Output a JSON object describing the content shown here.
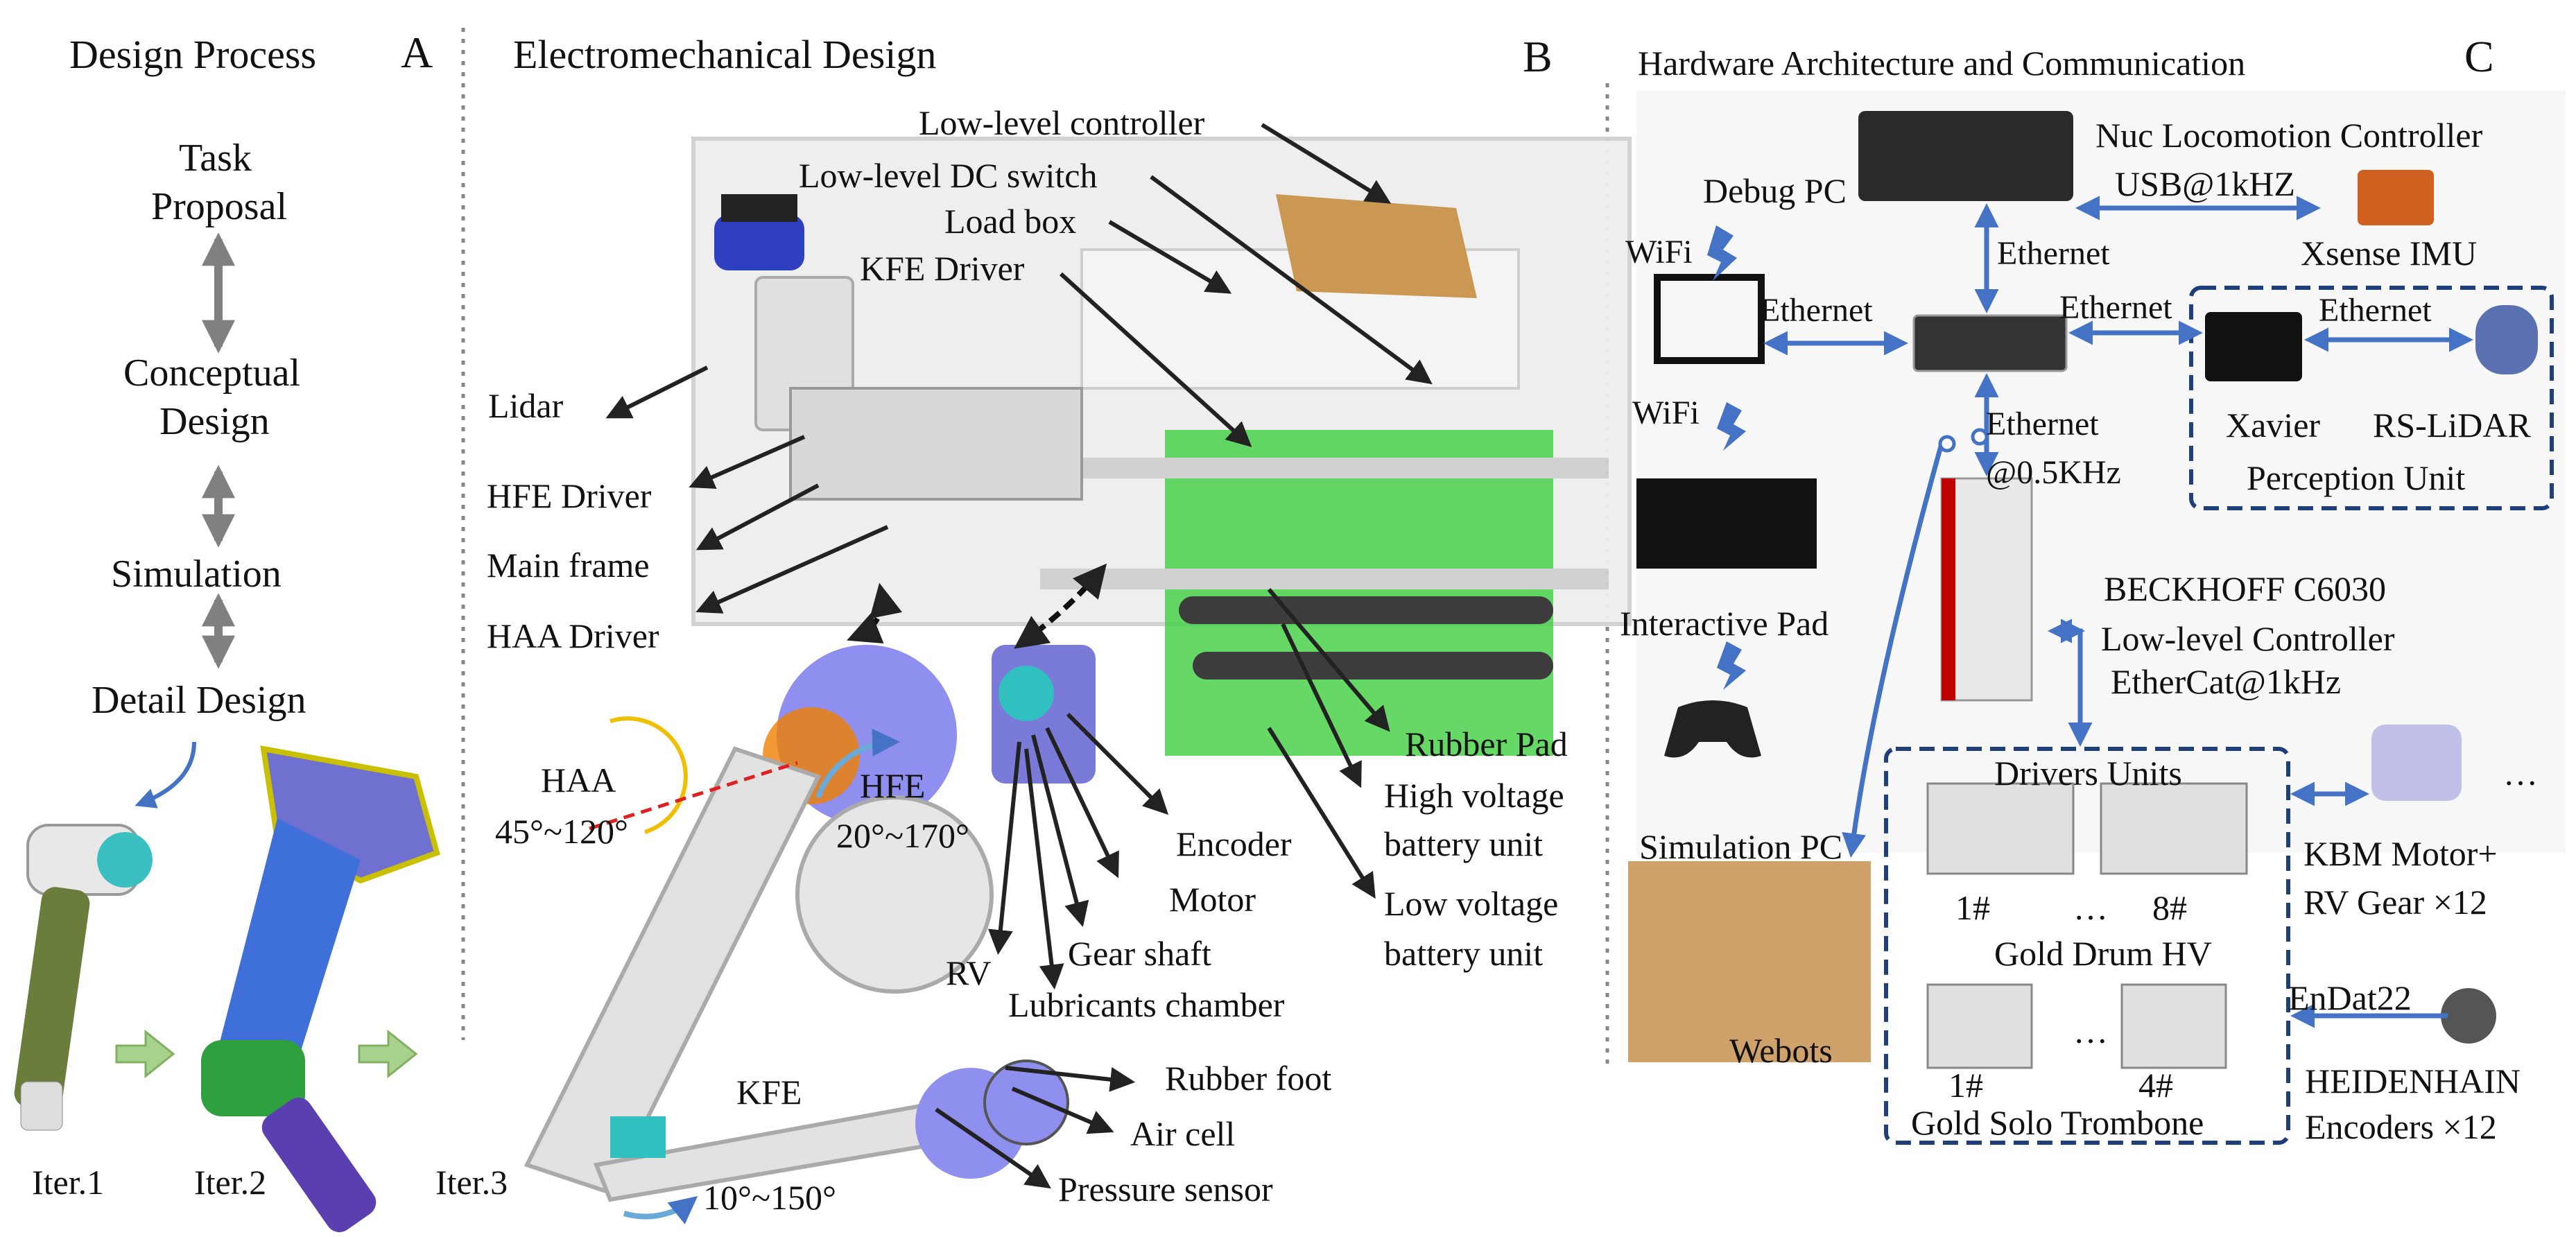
{
  "panelA": {
    "title": "Design Process",
    "letter": "A",
    "steps": [
      "Task",
      "Proposal",
      "Conceptual",
      "Design",
      "Simulation",
      "Detail Design"
    ],
    "iterations": [
      "Iter.1",
      "Iter.2",
      "Iter.3"
    ]
  },
  "panelB": {
    "title": "Electromechanical Design",
    "letter": "B",
    "labels": {
      "low_level_controller": "Low-level controller",
      "low_level_dc_switch": "Low-level DC switch",
      "load_box": "Load box",
      "kfe_driver": "KFE Driver",
      "lidar": "Lidar",
      "hfe_driver": "HFE Driver",
      "main_frame": "Main frame",
      "haa_driver": "HAA Driver",
      "haa": "HAA",
      "haa_range": "45°~120°",
      "hfe": "HFE",
      "hfe_range": "20°~170°",
      "rubber_pad": "Rubber Pad",
      "high_voltage_1": "High voltage",
      "high_voltage_2": "battery unit",
      "encoder": "Encoder",
      "motor": "Motor",
      "gear_shaft": "Gear shaft",
      "rv": "RV",
      "lubricants_chamber": "Lubricants chamber",
      "low_voltage_1": "Low voltage",
      "low_voltage_2": "battery unit",
      "kfe": "KFE",
      "kfe_range": "10°~150°",
      "rubber_foot": "Rubber foot",
      "air_cell": "Air cell",
      "pressure_sensor": "Pressure sensor"
    }
  },
  "panelC": {
    "title": "Hardware Architecture and Communication",
    "letter": "C",
    "labels": {
      "nuc": "Nuc Locomotion Controller",
      "usb": "USB@1kHZ",
      "xsense": "Xsense IMU",
      "debug_pc": "Debug PC",
      "wifi1": "WiFi",
      "wifi2": "WiFi",
      "ethernet_top": "Ethernet",
      "ethernet_left": "Ethernet",
      "ethernet_mid": "Ethernet",
      "ethernet_right": "Ethernet",
      "ethernet_down": "Ethernet",
      "ethernet_rate": "@0.5KHz",
      "xavier": "Xavier",
      "rs_lidar": "RS-LiDAR",
      "perception_unit": "Perception Unit",
      "beckhoff": "BECKHOFF C6030",
      "low_level_controller": "Low-level Controller",
      "ethercat": "EtherCat@1kHz",
      "interactive_pad": "Interactive Pad",
      "drivers_units": "Drivers Units",
      "driver_1": "1#",
      "driver_dots": "…",
      "driver_8": "8#",
      "gold_drum": "Gold Drum HV",
      "solo_1": "1#",
      "solo_dots": "…",
      "solo_4": "4#",
      "gold_solo": "Gold Solo Trombone",
      "simulation_pc": "Simulation PC",
      "webots": "Webots",
      "kbm_1": "KBM Motor+",
      "kbm_2": "RV Gear  ×12",
      "endat": "EnDat22",
      "heidenhain_1": "HEIDENHAIN",
      "heidenhain_2": "Encoders ×12",
      "ellipsis": "…"
    }
  },
  "colors": {
    "arrow_blue": "#4472c4",
    "dash_blue": "#1f3f7a",
    "grey_arrow": "#808080",
    "green_arrow": "#a9d18e",
    "battery_green": "#3fcf3f",
    "load_box": "#c8934a",
    "leg_blue": "#3f6fd8",
    "leg_purple": "#5a3fb0",
    "motor_blue": "#8f8ff0"
  }
}
